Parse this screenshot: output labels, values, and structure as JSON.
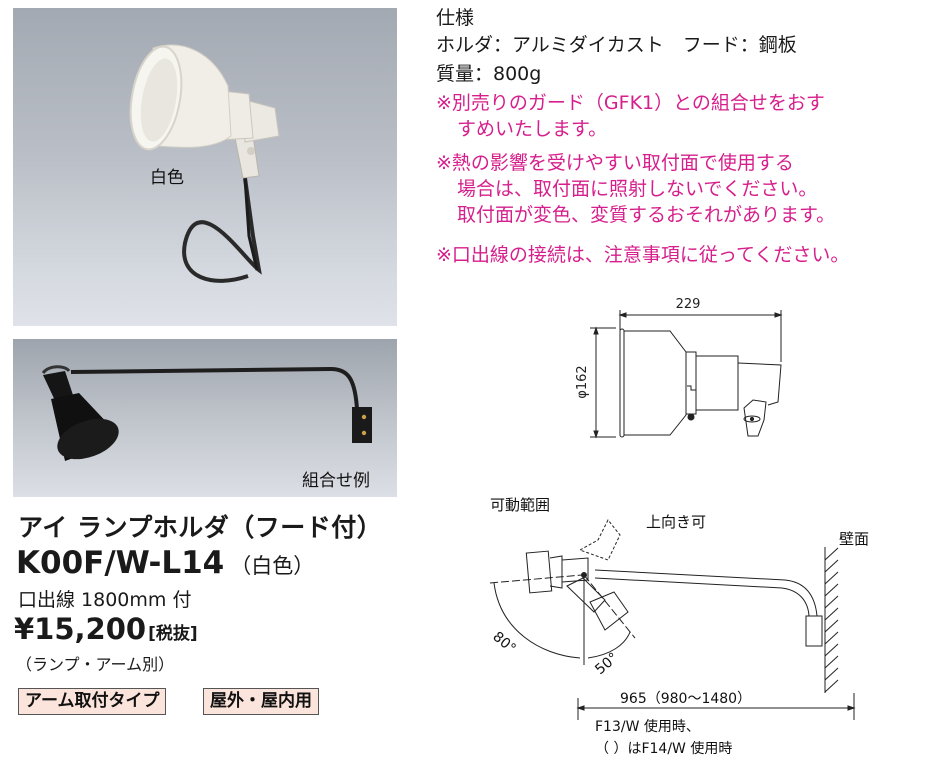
{
  "photos": {
    "main": {
      "caption": "白色",
      "subject": "white lamp holder with hood and cord"
    },
    "combo": {
      "caption": "組合せ例",
      "subject": "black lamp holder mounted on arm"
    }
  },
  "product": {
    "name": "アイ ランプホルダ（フード付）",
    "model": "K00F/W-L14",
    "color_note": "（白色）",
    "cord": "口出線 1800mm 付",
    "price": "¥15,200",
    "tax_note": "[税抜]",
    "separate_note": "（ランプ・アーム別）",
    "badges": [
      "アーム取付タイプ",
      "屋外・屋内用"
    ],
    "badge_color": "#fbe4dc"
  },
  "specs": {
    "heading": "仕様",
    "material": "ホルダ：アルミダイカスト　フード：鋼板",
    "weight": "質量：800g"
  },
  "notes": {
    "color": "#d61f8c",
    "items": [
      {
        "first": "※別売りのガード（GFK1）との組合せをおす",
        "rest": [
          "すめいたします。"
        ]
      },
      {
        "first": "※熱の影響を受けやすい取付面で使用する",
        "rest": [
          "場合は、取付面に照射しないでください。",
          "取付面が変色、変質するおそれがあります。"
        ]
      },
      {
        "first": "※口出線の接続は、注意事項に従ってください。",
        "rest": []
      }
    ]
  },
  "dimension_drawing": {
    "width_label": "229",
    "diameter_label": "φ162"
  },
  "mount_drawing": {
    "range_label": "可動範囲",
    "upward_label": "上向き可",
    "wall_label": "壁面",
    "angle_down": "80°",
    "angle_side": "50°",
    "length_label": "965（980〜1480）",
    "length_note_1": "F13/W 使用時、",
    "length_note_2": "（ ）はF14/W 使用時"
  }
}
